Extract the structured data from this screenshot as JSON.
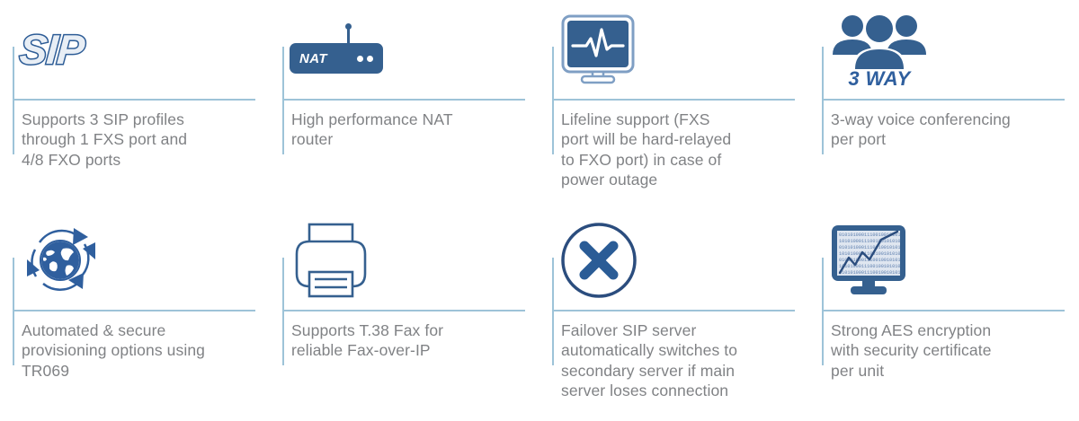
{
  "theme": {
    "rule_color": "#9dc3d8",
    "icon_blue": "#35608f",
    "icon_blue_dark": "#2d5c96",
    "caption_color": "#808285",
    "background": "#ffffff"
  },
  "features": [
    {
      "icon_name": "sip-logo-icon",
      "icon_label": "SIP",
      "caption": "Supports 3 SIP profiles\nthrough 1 FXS port and\n4/8 FXO ports"
    },
    {
      "icon_name": "nat-router-icon",
      "icon_label": "NAT",
      "caption": "High performance NAT\nrouter"
    },
    {
      "icon_name": "monitor-heartbeat-icon",
      "icon_label": "",
      "caption": "Lifeline support (FXS\nport will be hard-relayed\nto FXO port) in case of\npower outage"
    },
    {
      "icon_name": "three-people-icon",
      "icon_label": "3 WAY",
      "caption": "3-way voice conferencing\nper port"
    },
    {
      "icon_name": "globe-refresh-icon",
      "icon_label": "",
      "caption": "Automated & secure\nprovisioning options using\nTR069"
    },
    {
      "icon_name": "printer-fax-icon",
      "icon_label": "",
      "caption": "Supports T.38 Fax for\nreliable Fax-over-IP"
    },
    {
      "icon_name": "circle-x-icon",
      "icon_label": "",
      "caption": "Failover SIP server\nautomatically switches to\nsecondary server if main\nserver loses connection"
    },
    {
      "icon_name": "monitor-binary-chart-icon",
      "icon_label": "",
      "caption": "Strong AES encryption\nwith security certificate\nper unit"
    }
  ]
}
